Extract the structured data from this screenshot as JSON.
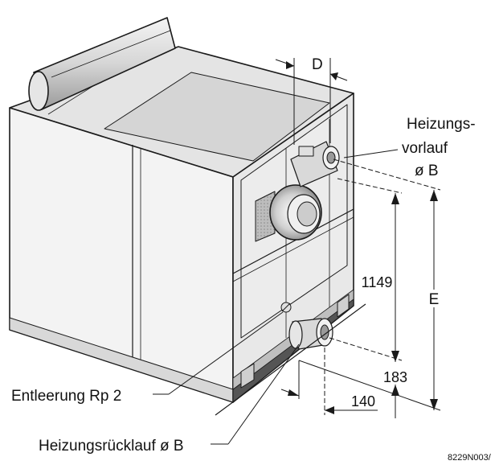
{
  "figure": {
    "labels": {
      "d": "D",
      "vorlauf_line1": "Heizungs-",
      "vorlauf_line2": "vorlauf",
      "vorlauf_line3": "ø B",
      "e": "E",
      "dim_1149": "1149",
      "dim_183": "183",
      "dim_140": "140",
      "entleerung": "Entleerung Rp 2",
      "ruecklauf": "Heizungsrücklauf ø B",
      "code": "8229N003/"
    },
    "colors": {
      "outline": "#1a1a1a",
      "side_face": "#e6e6e6",
      "front_face": "#f2f2f2",
      "top_face": "#dcdcdc",
      "shadow_top": "#c8c8c8",
      "dark": "#555555"
    }
  }
}
